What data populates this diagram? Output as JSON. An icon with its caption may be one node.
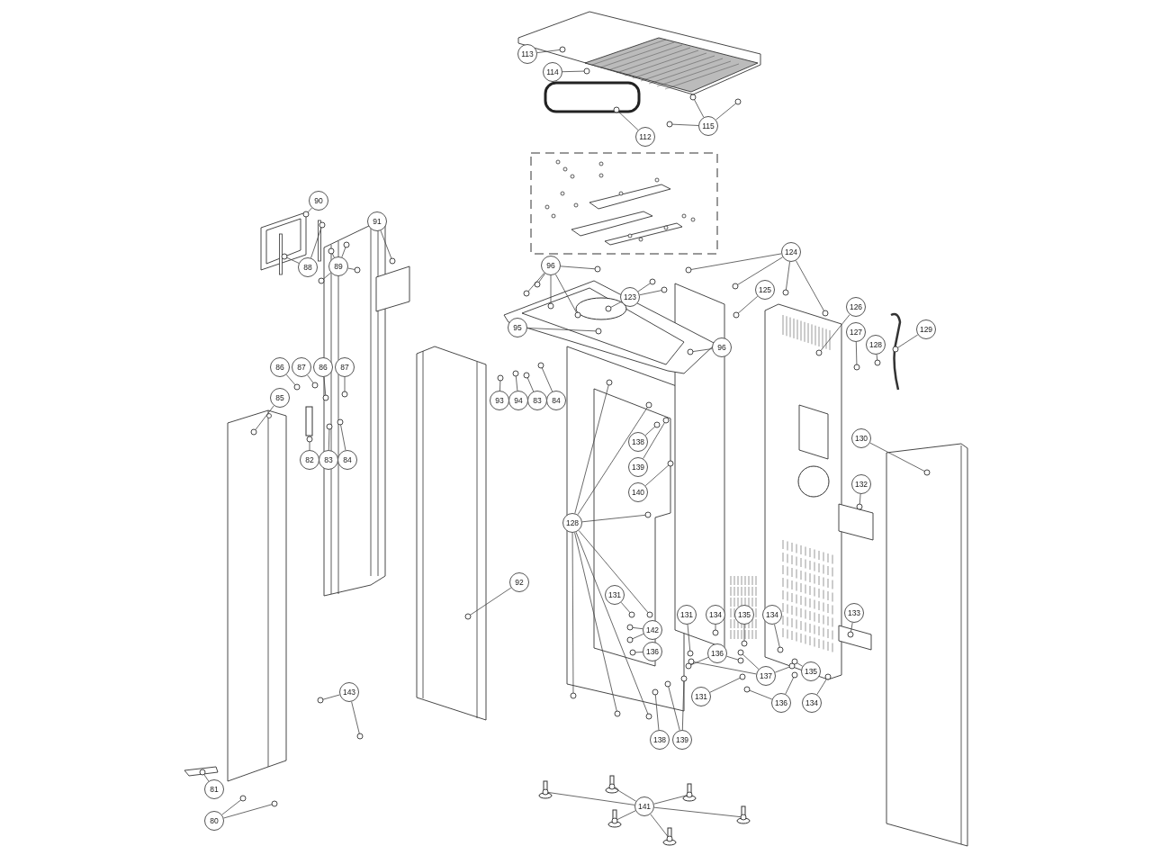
{
  "diagram": {
    "nodes": [
      {
        "text": [
          "113"
        ]
      },
      {
        "text": [
          "114"
        ]
      },
      {
        "text": [
          "112"
        ]
      },
      {
        "text": [
          "115"
        ]
      },
      {
        "text": [
          "90"
        ]
      },
      {
        "text": [
          "91"
        ]
      },
      {
        "text": [
          "88"
        ]
      },
      {
        "text": [
          "89"
        ]
      },
      {
        "text": [
          "96"
        ]
      },
      {
        "text": [
          "123"
        ]
      },
      {
        "text": [
          "124"
        ]
      },
      {
        "text": [
          "125"
        ]
      },
      {
        "text": [
          "126"
        ]
      },
      {
        "text": [
          "95"
        ]
      },
      {
        "text": [
          "96"
        ]
      },
      {
        "text": [
          "127"
        ]
      },
      {
        "text": [
          "128"
        ]
      },
      {
        "text": [
          "129"
        ]
      },
      {
        "text": [
          "86"
        ]
      },
      {
        "text": [
          "87"
        ]
      },
      {
        "text": [
          "86"
        ]
      },
      {
        "text": [
          "87"
        ]
      },
      {
        "text": [
          "85"
        ]
      },
      {
        "text": [
          "93"
        ]
      },
      {
        "text": [
          "94"
        ]
      },
      {
        "text": [
          "83"
        ]
      },
      {
        "text": [
          "84"
        ]
      },
      {
        "text": [
          "138"
        ]
      },
      {
        "text": [
          "82"
        ]
      },
      {
        "text": [
          "83"
        ]
      },
      {
        "text": [
          "84"
        ]
      },
      {
        "text": [
          "139"
        ]
      },
      {
        "text": [
          "130"
        ]
      },
      {
        "text": [
          "140"
        ]
      },
      {
        "text": [
          "132"
        ]
      },
      {
        "text": [
          "128"
        ]
      },
      {
        "text": [
          "92"
        ]
      },
      {
        "text": [
          "131"
        ]
      },
      {
        "text": [
          "142"
        ]
      },
      {
        "text": [
          "131"
        ]
      },
      {
        "text": [
          "134"
        ]
      },
      {
        "text": [
          "135"
        ]
      },
      {
        "text": [
          "134"
        ]
      },
      {
        "text": [
          "133"
        ]
      },
      {
        "text": [
          "136"
        ]
      },
      {
        "text": [
          "136"
        ]
      },
      {
        "text": [
          "137"
        ]
      },
      {
        "text": [
          "135"
        ]
      },
      {
        "text": [
          "131"
        ]
      },
      {
        "text": [
          "136"
        ]
      },
      {
        "text": [
          "134"
        ]
      },
      {
        "text": [
          "143"
        ]
      },
      {
        "text": [
          "138"
        ]
      },
      {
        "text": [
          "139"
        ]
      },
      {
        "text": [
          "141"
        ]
      },
      {
        "text": [
          "81"
        ]
      },
      {
        "text": [
          "80"
        ]
      },
      {
        "text": [],
        "shape": "circle"
      },
      {
        "text": [],
        "shape": "circle"
      },
      {
        "text": [],
        "shape": "circle"
      },
      {
        "text": [],
        "shape": "circle"
      },
      {
        "text": [],
        "shape": "circle"
      },
      {
        "text": [],
        "shape": "circle"
      },
      {
        "text": [],
        "shape": "circle"
      },
      {
        "text": [],
        "shape": "circle"
      },
      {
        "text": [],
        "shape": "circle"
      },
      {
        "text": [],
        "shape": "circle"
      },
      {
        "text": [],
        "shape": "circle"
      },
      {
        "text": [],
        "shape": "circle"
      },
      {
        "text": [],
        "shape": "circle"
      },
      {
        "text": [],
        "shape": "circle"
      },
      {
        "text": [],
        "shape": "circle"
      },
      {
        "text": [],
        "shape": "circle"
      },
      {
        "text": [],
        "shape": "circle"
      },
      {
        "text": [],
        "shape": "circle"
      },
      {
        "text": [],
        "shape": "circle"
      },
      {
        "text": [],
        "shape": "circle"
      },
      {
        "text": [],
        "shape": "circle"
      },
      {
        "text": [],
        "shape": "circle"
      },
      {
        "text": [],
        "shape": "circle"
      },
      {
        "text": [],
        "shape": "circle"
      },
      {
        "text": [],
        "shape": "circle"
      },
      {
        "text": [],
        "shape": "circle"
      },
      {
        "text": [],
        "shape": "circle"
      },
      {
        "text": [],
        "shape": "circle"
      },
      {
        "text": [],
        "shape": "circle"
      },
      {
        "text": [],
        "shape": "circle"
      },
      {
        "text": [],
        "shape": "circle"
      },
      {
        "text": [],
        "shape": "circle"
      },
      {
        "text": [],
        "shape": "circle"
      },
      {
        "text": [],
        "shape": "circle"
      },
      {
        "text": [],
        "shape": "circle"
      },
      {
        "text": [],
        "shape": "circle"
      },
      {
        "text": [],
        "shape": "circle"
      },
      {
        "text": [],
        "shape": "circle"
      },
      {
        "text": [],
        "shape": "circle"
      },
      {
        "text": [],
        "shape": "circle"
      },
      {
        "text": [],
        "shape": "circle"
      },
      {
        "text": [],
        "shape": "circle"
      },
      {
        "text": [],
        "shape": "circle"
      },
      {
        "text": [],
        "shape": "circle"
      },
      {
        "text": [],
        "shape": "circle"
      },
      {
        "text": [],
        "shape": "circle"
      },
      {
        "text": [],
        "shape": "circle"
      },
      {
        "text": [],
        "shape": "circle"
      },
      {
        "text": [],
        "shape": "circle"
      },
      {
        "text": [],
        "shape": "circle"
      },
      {
        "text": [],
        "shape": "circle"
      },
      {
        "text": [],
        "shape": "circle"
      },
      {
        "text": [],
        "shape": "circle"
      },
      {
        "text": [],
        "shape": "circle"
      },
      {
        "text": [],
        "shape": "circle"
      },
      {
        "text": [],
        "shape": "circle"
      },
      {
        "text": [],
        "shape": "circle"
      },
      {
        "text": [],
        "shape": "circle"
      },
      {
        "text": [],
        "shape": "circle"
      },
      {
        "text": [],
        "shape": "circle"
      },
      {
        "text": [],
        "shape": "circle"
      },
      {
        "text": [],
        "shape": "circle"
      },
      {
        "text": [],
        "shape": "circle"
      },
      {
        "text": [],
        "shape": "circle"
      },
      {
        "text": [],
        "shape": "circle"
      },
      {
        "text": [],
        "shape": "circle"
      },
      {
        "text": [],
        "shape": "circle"
      },
      {
        "text": [],
        "shape": "circle"
      },
      {
        "text": [],
        "shape": "circle"
      },
      {
        "text": [],
        "shape": "circle"
      },
      {
        "text": [],
        "shape": "circle"
      },
      {
        "text": [],
        "shape": "circle"
      },
      {
        "text": [],
        "shape": "circle"
      },
      {
        "text": [],
        "shape": "circle"
      },
      {
        "text": [],
        "shape": "circle"
      },
      {
        "text": [],
        "shape": "circle"
      },
      {
        "text": [],
        "shape": "circle"
      },
      {
        "text": [],
        "shape": "circle"
      },
      {
        "text": [],
        "shape": "circle"
      },
      {
        "text": [],
        "shape": "circle"
      },
      {
        "text": [],
        "shape": "circle"
      },
      {
        "text": [],
        "shape": "circle"
      },
      {
        "text": [],
        "shape": "circle"
      },
      {
        "text": [],
        "shape": "circle"
      },
      {
        "text": [],
        "shape": "circle"
      },
      {
        "text": [],
        "shape": "circle"
      },
      {
        "text": [],
        "shape": "circle"
      },
      {
        "text": [],
        "shape": "circle"
      },
      {
        "text": [],
        "shape": "circle"
      },
      {
        "text": [],
        "shape": "circle"
      },
      {
        "text": [],
        "shape": "circle"
      }
    ],
    "edges": [
      {
        "from": 0,
        "to": 57,
        "arrow": "none"
      },
      {
        "from": 1,
        "to": 58,
        "arrow": "none"
      },
      {
        "from": 2,
        "to": 59,
        "arrow": "none"
      },
      {
        "from": 3,
        "to": 60,
        "arrow": "none"
      },
      {
        "from": 3,
        "to": 61,
        "arrow": "none"
      },
      {
        "from": 3,
        "to": 62,
        "arrow": "none"
      },
      {
        "from": 4,
        "to": 63,
        "arrow": "none"
      },
      {
        "from": 5,
        "to": 64,
        "arrow": "none"
      },
      {
        "from": 6,
        "to": 65,
        "arrow": "none"
      },
      {
        "from": 6,
        "to": 66,
        "arrow": "none"
      },
      {
        "from": 7,
        "to": 67,
        "arrow": "none"
      },
      {
        "from": 7,
        "to": 68,
        "arrow": "none"
      },
      {
        "from": 7,
        "to": 69,
        "arrow": "none"
      },
      {
        "from": 7,
        "to": 70,
        "arrow": "none"
      },
      {
        "from": 8,
        "to": 71,
        "arrow": "none"
      },
      {
        "from": 8,
        "to": 72,
        "arrow": "none"
      },
      {
        "from": 8,
        "to": 73,
        "arrow": "none"
      },
      {
        "from": 8,
        "to": 74,
        "arrow": "none"
      },
      {
        "from": 8,
        "to": 75,
        "arrow": "none"
      },
      {
        "from": 9,
        "to": 76,
        "arrow": "none"
      },
      {
        "from": 9,
        "to": 77,
        "arrow": "none"
      },
      {
        "from": 9,
        "to": 78,
        "arrow": "none"
      },
      {
        "from": 10,
        "to": 79,
        "arrow": "none"
      },
      {
        "from": 10,
        "to": 80,
        "arrow": "none"
      },
      {
        "from": 10,
        "to": 81,
        "arrow": "none"
      },
      {
        "from": 10,
        "to": 82,
        "arrow": "none"
      },
      {
        "from": 11,
        "to": 83,
        "arrow": "none"
      },
      {
        "from": 12,
        "to": 84,
        "arrow": "none"
      },
      {
        "from": 13,
        "to": 85,
        "arrow": "none"
      },
      {
        "from": 14,
        "to": 86,
        "arrow": "none"
      },
      {
        "from": 15,
        "to": 87,
        "arrow": "none"
      },
      {
        "from": 16,
        "to": 88,
        "arrow": "none"
      },
      {
        "from": 17,
        "to": 89,
        "arrow": "none"
      },
      {
        "from": 18,
        "to": 90,
        "arrow": "none"
      },
      {
        "from": 19,
        "to": 91,
        "arrow": "none"
      },
      {
        "from": 20,
        "to": 92,
        "arrow": "none"
      },
      {
        "from": 21,
        "to": 93,
        "arrow": "none"
      },
      {
        "from": 22,
        "to": 94,
        "arrow": "none"
      },
      {
        "from": 23,
        "to": 95,
        "arrow": "none"
      },
      {
        "from": 24,
        "to": 96,
        "arrow": "none"
      },
      {
        "from": 25,
        "to": 97,
        "arrow": "none"
      },
      {
        "from": 26,
        "to": 98,
        "arrow": "none"
      },
      {
        "from": 27,
        "to": 99,
        "arrow": "none"
      },
      {
        "from": 28,
        "to": 100,
        "arrow": "none"
      },
      {
        "from": 29,
        "to": 101,
        "arrow": "none"
      },
      {
        "from": 30,
        "to": 102,
        "arrow": "none"
      },
      {
        "from": 31,
        "to": 103,
        "arrow": "none"
      },
      {
        "from": 32,
        "to": 104,
        "arrow": "none"
      },
      {
        "from": 33,
        "to": 105,
        "arrow": "none"
      },
      {
        "from": 34,
        "to": 106,
        "arrow": "none"
      },
      {
        "from": 35,
        "to": 107,
        "arrow": "none"
      },
      {
        "from": 35,
        "to": 108,
        "arrow": "none"
      },
      {
        "from": 35,
        "to": 109,
        "arrow": "none"
      },
      {
        "from": 35,
        "to": 110,
        "arrow": "none"
      },
      {
        "from": 35,
        "to": 111,
        "arrow": "none"
      },
      {
        "from": 35,
        "to": 112,
        "arrow": "none"
      },
      {
        "from": 35,
        "to": 113,
        "arrow": "none"
      },
      {
        "from": 36,
        "to": 114,
        "arrow": "none"
      },
      {
        "from": 37,
        "to": 115,
        "arrow": "none"
      },
      {
        "from": 38,
        "to": 116,
        "arrow": "none"
      },
      {
        "from": 38,
        "to": 117,
        "arrow": "none"
      },
      {
        "from": 39,
        "to": 118,
        "arrow": "none"
      },
      {
        "from": 40,
        "to": 119,
        "arrow": "none"
      },
      {
        "from": 41,
        "to": 120,
        "arrow": "none"
      },
      {
        "from": 42,
        "to": 121,
        "arrow": "none"
      },
      {
        "from": 43,
        "to": 122,
        "arrow": "none"
      },
      {
        "from": 44,
        "to": 123,
        "arrow": "none"
      },
      {
        "from": 45,
        "to": 124,
        "arrow": "none"
      },
      {
        "from": 45,
        "to": 125,
        "arrow": "none"
      },
      {
        "from": 46,
        "to": 126,
        "arrow": "none"
      },
      {
        "from": 46,
        "to": 127,
        "arrow": "none"
      },
      {
        "from": 46,
        "to": 128,
        "arrow": "none"
      },
      {
        "from": 47,
        "to": 129,
        "arrow": "none"
      },
      {
        "from": 48,
        "to": 130,
        "arrow": "none"
      },
      {
        "from": 49,
        "to": 131,
        "arrow": "none"
      },
      {
        "from": 49,
        "to": 132,
        "arrow": "none"
      },
      {
        "from": 50,
        "to": 133,
        "arrow": "none"
      },
      {
        "from": 51,
        "to": 134,
        "arrow": "none"
      },
      {
        "from": 51,
        "to": 135,
        "arrow": "none"
      },
      {
        "from": 52,
        "to": 136,
        "arrow": "none"
      },
      {
        "from": 53,
        "to": 137,
        "arrow": "none"
      },
      {
        "from": 53,
        "to": 138,
        "arrow": "none"
      },
      {
        "from": 54,
        "to": 139,
        "arrow": "none"
      },
      {
        "from": 54,
        "to": 140,
        "arrow": "none"
      },
      {
        "from": 54,
        "to": 141,
        "arrow": "none"
      },
      {
        "from": 54,
        "to": 142,
        "arrow": "none"
      },
      {
        "from": 54,
        "to": 143,
        "arrow": "none"
      },
      {
        "from": 54,
        "to": 144,
        "arrow": "none"
      },
      {
        "from": 55,
        "to": 145,
        "arrow": "none"
      },
      {
        "from": 56,
        "to": 146,
        "arrow": "none"
      },
      {
        "from": 56,
        "to": 147,
        "arrow": "none"
      }
    ]
  }
}
